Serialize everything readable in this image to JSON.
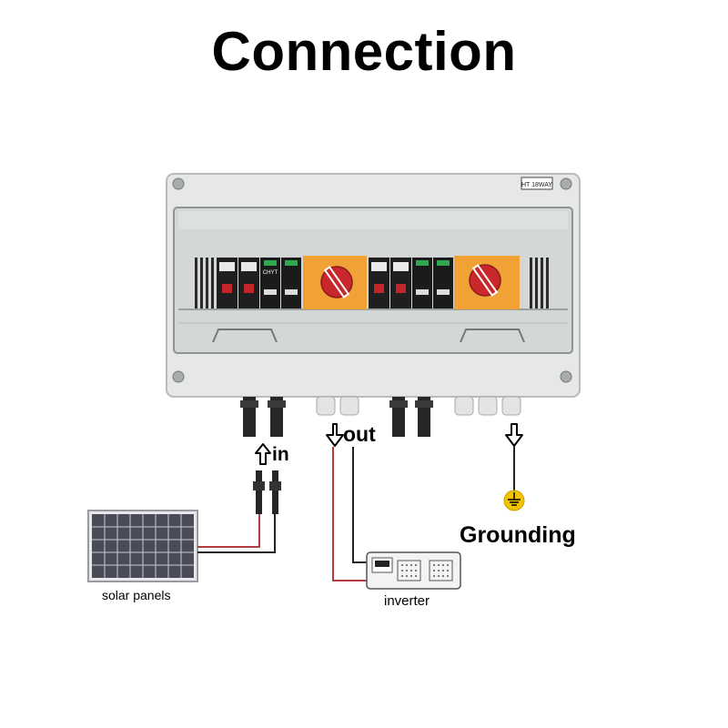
{
  "title": "Connection",
  "box": {
    "model_tag": "HT 18WAY",
    "brand_label": "CHYT"
  },
  "labels": {
    "in": "in",
    "out": "out",
    "grounding": "Grounding",
    "solar_panels": "solar panels",
    "inverter": "inverter"
  },
  "colors": {
    "enclosure": "#e6e8e6",
    "din_panel": "#f0a236",
    "isolator_knob": "#c8282b",
    "wire_red": "#b43c3c",
    "wire_black": "#222222",
    "ground_symbol": "#f2c400"
  },
  "icons": {
    "in_arrow": "arrow-up-outline",
    "out_arrow": "arrow-down-outline",
    "ground_arrow": "arrow-down-outline",
    "ground_symbol": "earth-ground-symbol"
  }
}
